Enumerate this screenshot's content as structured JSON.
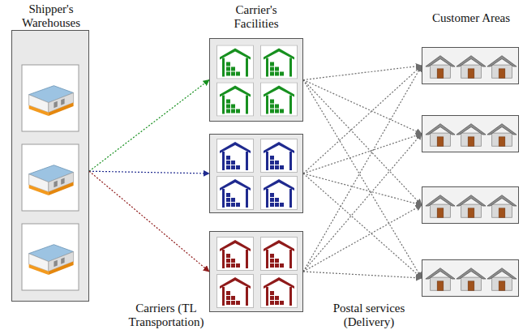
{
  "diagram": {
    "nodes": [
      {
        "text": [
          "Shipper's Warehouses"
        ]
      },
      {
        "text": []
      },
      {
        "text": []
      },
      {
        "text": []
      },
      {
        "text": []
      },
      {
        "text": []
      },
      {
        "text": []
      },
      {
        "text": []
      }
    ],
    "edges": [
      {
        "from": 0,
        "to": 1,
        "arrow": "to"
      },
      {
        "from": 0,
        "to": 2,
        "arrow": "to"
      },
      {
        "from": 0,
        "to": 3,
        "arrow": "to"
      },
      {
        "from": 1,
        "to": 4,
        "arrow": "to"
      },
      {
        "from": 1,
        "to": 5,
        "arrow": "to"
      },
      {
        "from": 1,
        "to": 6,
        "arrow": "to"
      },
      {
        "from": 1,
        "to": 7,
        "arrow": "to"
      },
      {
        "from": 2,
        "to": 4,
        "arrow": "to"
      },
      {
        "from": 2,
        "to": 5,
        "arrow": "to"
      },
      {
        "from": 2,
        "to": 6,
        "arrow": "to"
      },
      {
        "from": 2,
        "to": 7,
        "arrow": "to"
      },
      {
        "from": 3,
        "to": 4,
        "arrow": "to"
      },
      {
        "from": 3,
        "to": 5,
        "arrow": "to"
      },
      {
        "from": 3,
        "to": 6,
        "arrow": "to"
      },
      {
        "from": 3,
        "to": 7,
        "arrow": "to"
      }
    ],
    "labels": [
      "Carrier's Facilities",
      "Customer Areas",
      "Carriers (TL Transportation)",
      "Postal services (Delivery)"
    ]
  }
}
